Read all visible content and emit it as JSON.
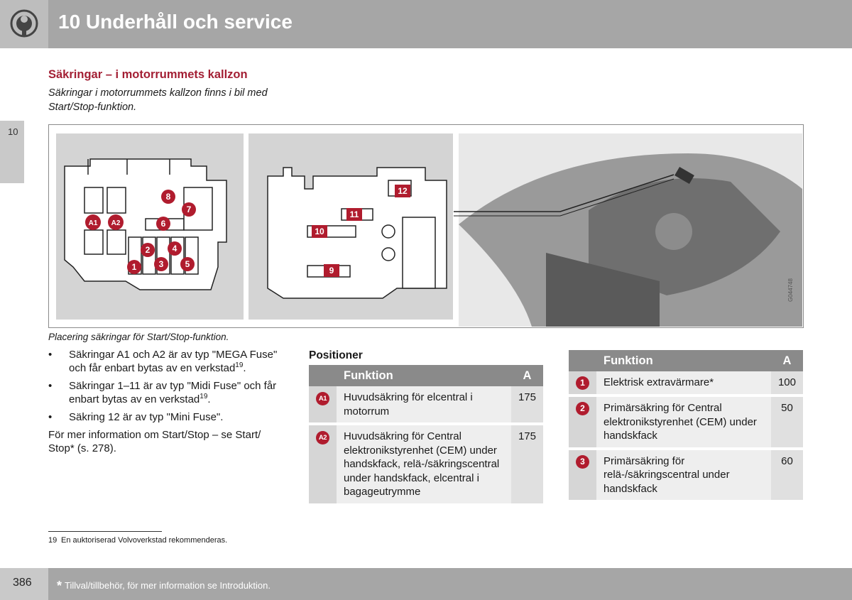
{
  "header": {
    "title": "10 Underhåll och service",
    "icon": "wrench-gear-icon"
  },
  "side_tab": "10",
  "section": {
    "title": "Säkringar – i motorrummets kallzon",
    "subtitle": "Säkringar i motorrummets kallzon finns i bil med Start/Stop-funktion."
  },
  "figure": {
    "caption": "Placering säkringar för Start/Stop-funktion.",
    "code": "G044748",
    "left_labels": [
      "8",
      "7",
      "A1",
      "A2",
      "6",
      "2",
      "4",
      "1",
      "3",
      "5"
    ],
    "middle_labels": [
      "12",
      "11",
      "10",
      "9"
    ]
  },
  "bullets": [
    {
      "text": "Säkringar A1 och A2 är av typ \"MEGA Fuse\" och får enbart bytas av en verkstad",
      "sup": "19",
      "end": "."
    },
    {
      "text": "Säkringar 1–11 är av typ \"Midi Fuse\" och får enbart bytas av en verkstad",
      "sup": "19",
      "end": "."
    },
    {
      "text": "Säkring 12 är av typ \"Mini Fuse\".",
      "sup": "",
      "end": ""
    }
  ],
  "more_info": "För mer information om Start/Stop – se Start/ Stop* (s. 278).",
  "positions_title": "Positioner",
  "table1": {
    "col_function": "Funktion",
    "col_amp": "A",
    "rows": [
      {
        "id": "A1",
        "function": "Huvudsäkring för elcentral i motorrum",
        "amp": "175"
      },
      {
        "id": "A2",
        "function": "Huvudsäkring för Central elektronikstyrenhet (CEM) under handskfack, relä-/säkringscentral under handskfack, elcentral i bagageutrymme",
        "amp": "175"
      }
    ]
  },
  "table2": {
    "col_function": "Funktion",
    "col_amp": "A",
    "rows": [
      {
        "id": "1",
        "function": "Elektrisk extravärmare*",
        "amp": "100"
      },
      {
        "id": "2",
        "function": "Primärsäkring för Central elektronikstyrenhet (CEM) under handskfack",
        "amp": "50"
      },
      {
        "id": "3",
        "function": "Primärsäkring för relä-/säkringscentral under handskfack",
        "amp": "60"
      }
    ]
  },
  "footnote": {
    "number": "19",
    "text": "En auktoriserad Volvoverkstad rekommenderas."
  },
  "footer": {
    "page": "386",
    "star": "*",
    "text": "Tillval/tillbehör, för mer information se Introduktion."
  },
  "colors": {
    "accent": "#a31f34",
    "badge": "#b01c2e",
    "header": "#a6a6a6"
  }
}
